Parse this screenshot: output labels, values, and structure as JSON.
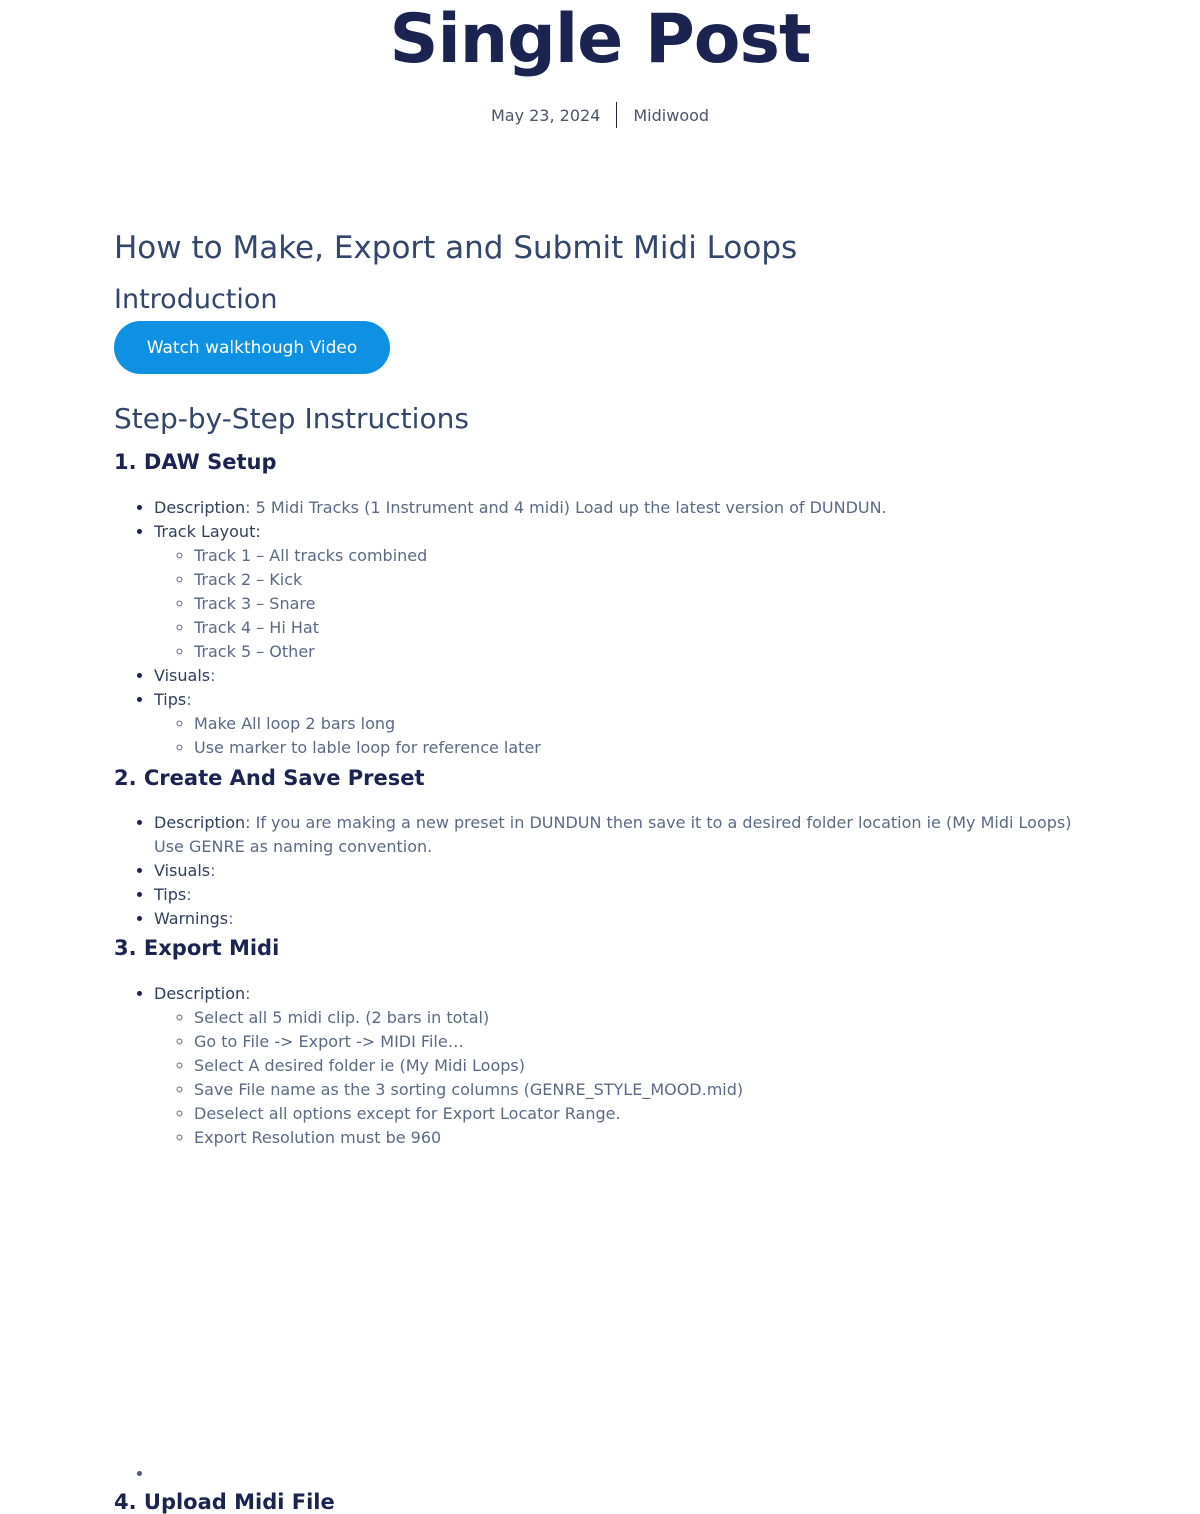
{
  "page": {
    "title": "Single Post",
    "date": "May 23, 2024",
    "author": "Midiwood"
  },
  "post": {
    "title": "How to Make, Export and Submit Midi Loops",
    "intro_heading": "Introduction",
    "video_button": "Watch walkthough Video",
    "steps_heading": "Step-by-Step Instructions",
    "steps": [
      {
        "heading": "1. DAW Setup",
        "description_label": "Description",
        "description_text": ": 5 Midi Tracks (1 Instrument and 4 midi) Load up the latest version of DUNDUN.",
        "track_layout_label": "Track Layout:",
        "tracks": [
          "Track 1 – All tracks combined",
          "Track 2 – Kick",
          "Track 3 – Snare",
          "Track 4 – Hi Hat",
          "Track 5 – Other"
        ],
        "visuals_label": "Visuals",
        "visuals_suffix": ":",
        "tips_label": "Tips",
        "tips_suffix": ":",
        "tips": [
          "Make All loop 2 bars long",
          "Use marker to lable loop for reference later"
        ]
      },
      {
        "heading": "2. Create And Save Preset",
        "description_label": "Description",
        "description_text": ": If you are making a new preset in DUNDUN then save it to a desired folder location ie (My Midi Loops) Use GENRE as naming convention.",
        "visuals_label": "Visuals",
        "visuals_suffix": ":",
        "tips_label": "Tips",
        "tips_suffix": ":",
        "warnings_label": "Warnings",
        "warnings_suffix": ":"
      },
      {
        "heading": "3. Export Midi",
        "description_label": "Description",
        "description_suffix": ":",
        "items": [
          "Select all 5 midi clip. (2 bars in total)",
          "Go to File -> Export -> MIDI File…",
          "Select A desired folder ie (My Midi Loops)",
          "Save File name as the 3 sorting columns (GENRE_STYLE_MOOD.mid)",
          "Deselect all options except for Export Locator Range.",
          "Export Resolution must be 960"
        ]
      },
      {
        "heading": "4. Upload Midi File"
      }
    ]
  }
}
